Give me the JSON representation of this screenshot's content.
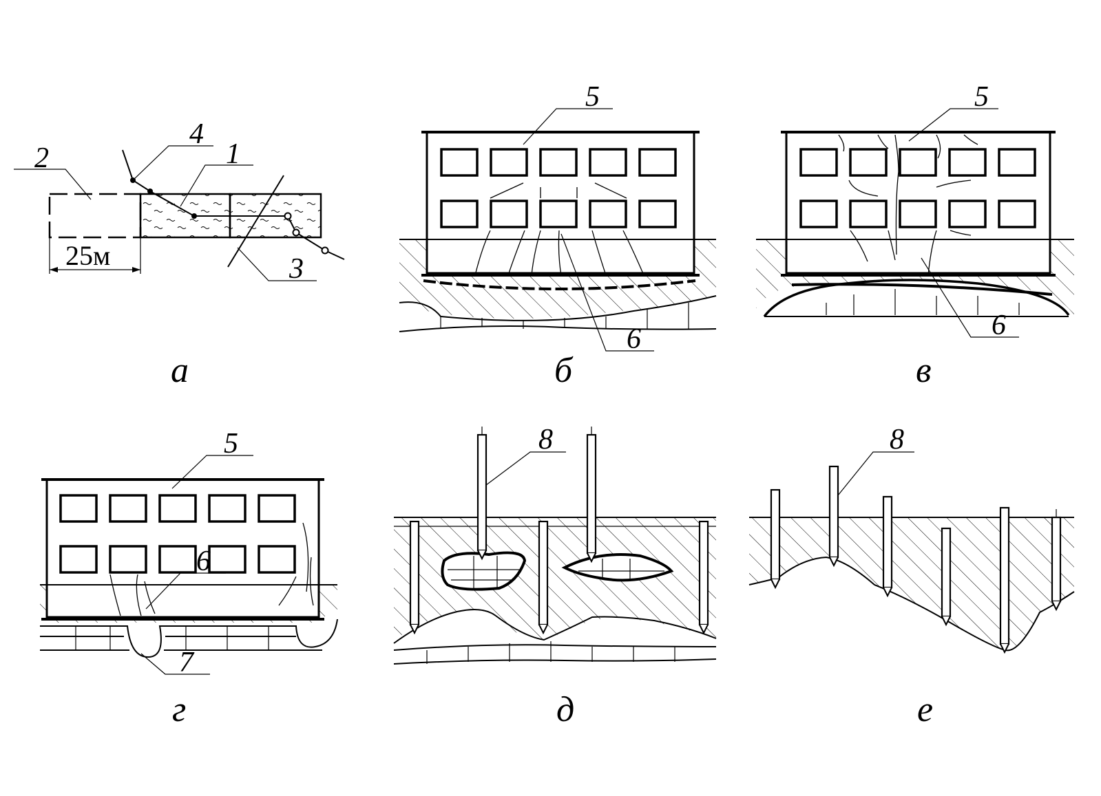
{
  "figure": {
    "panels": [
      {
        "caption": "а",
        "labels": [
          "2",
          "4",
          "1",
          "3"
        ],
        "dimension": "25м"
      },
      {
        "caption": "б",
        "labels": [
          "5",
          "6"
        ]
      },
      {
        "caption": "в",
        "labels": [
          "5",
          "6"
        ]
      },
      {
        "caption": "г",
        "labels": [
          "5",
          "6",
          "7"
        ]
      },
      {
        "caption": "д",
        "labels": [
          "8"
        ]
      },
      {
        "caption": "е",
        "labels": [
          "8"
        ]
      }
    ]
  }
}
